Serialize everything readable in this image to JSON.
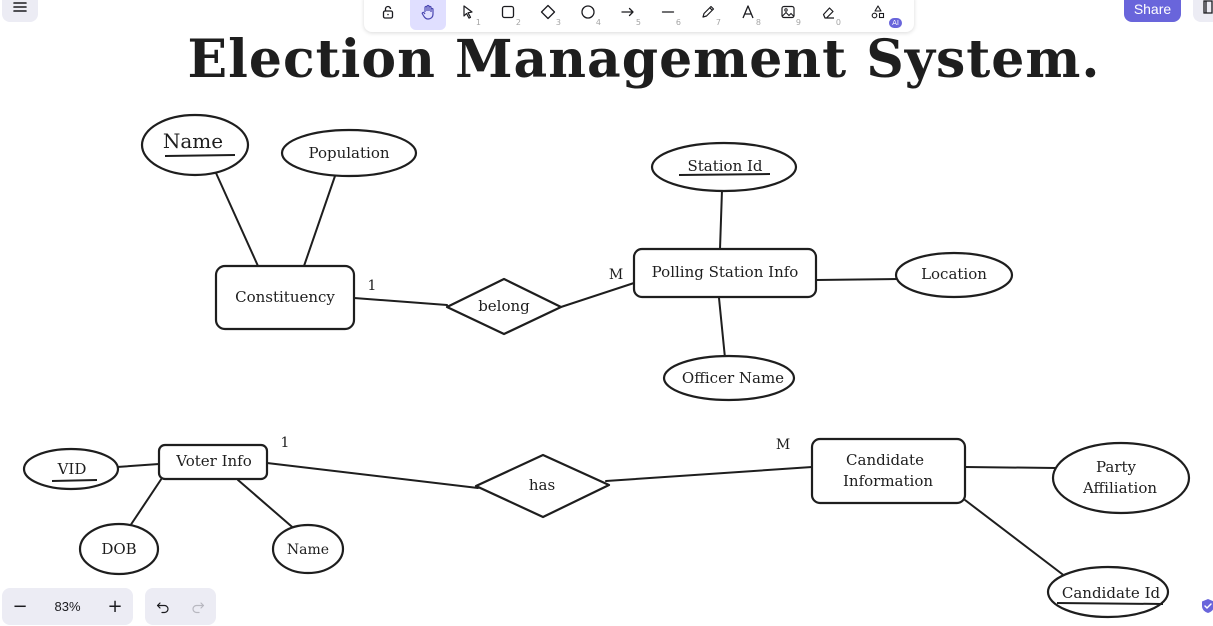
{
  "title": "Election Management System.",
  "toolbar": {
    "tools": [
      {
        "name": "lock",
        "key": ""
      },
      {
        "name": "hand",
        "key": ""
      },
      {
        "name": "selection",
        "key": "1"
      },
      {
        "name": "rectangle",
        "key": "2"
      },
      {
        "name": "diamond",
        "key": "3"
      },
      {
        "name": "ellipse",
        "key": "4"
      },
      {
        "name": "arrow",
        "key": "5"
      },
      {
        "name": "line",
        "key": "6"
      },
      {
        "name": "draw",
        "key": "7"
      },
      {
        "name": "text",
        "key": "8"
      },
      {
        "name": "image",
        "key": "9"
      },
      {
        "name": "eraser",
        "key": "0"
      },
      {
        "name": "more-tools",
        "key": ""
      }
    ],
    "active_tool": "hand",
    "ai_badge": "AI"
  },
  "share_label": "Share",
  "zoom": {
    "value": "83%",
    "minus": "−",
    "plus": "+"
  },
  "colors": {
    "accent": "#6965db",
    "active_tool_bg": "#e0dfff",
    "ink": "#1e1e1e",
    "panel": "#ececf4"
  },
  "diagram": {
    "entities": {
      "constituency": "Constituency",
      "polling_station": "Polling Station Info",
      "voter_info": "Voter Info",
      "candidate_line1": "Candidate",
      "candidate_line2": "Information"
    },
    "relationships": {
      "belong": "belong",
      "has": "has"
    },
    "attributes": {
      "name_top": "Name",
      "population": "Population",
      "station_id": "Station Id",
      "location": "Location",
      "officer_name": "Officer Name",
      "vid": "VID",
      "dob": "DOB",
      "name_bottom": "Name",
      "party_line1": "Party",
      "party_line2": "Affiliation",
      "candidate_id": "Candidate Id"
    },
    "cardinalities": {
      "constituency_belong": "1",
      "belong_polling": "M",
      "voter_has": "1",
      "has_candidate": "M"
    }
  }
}
